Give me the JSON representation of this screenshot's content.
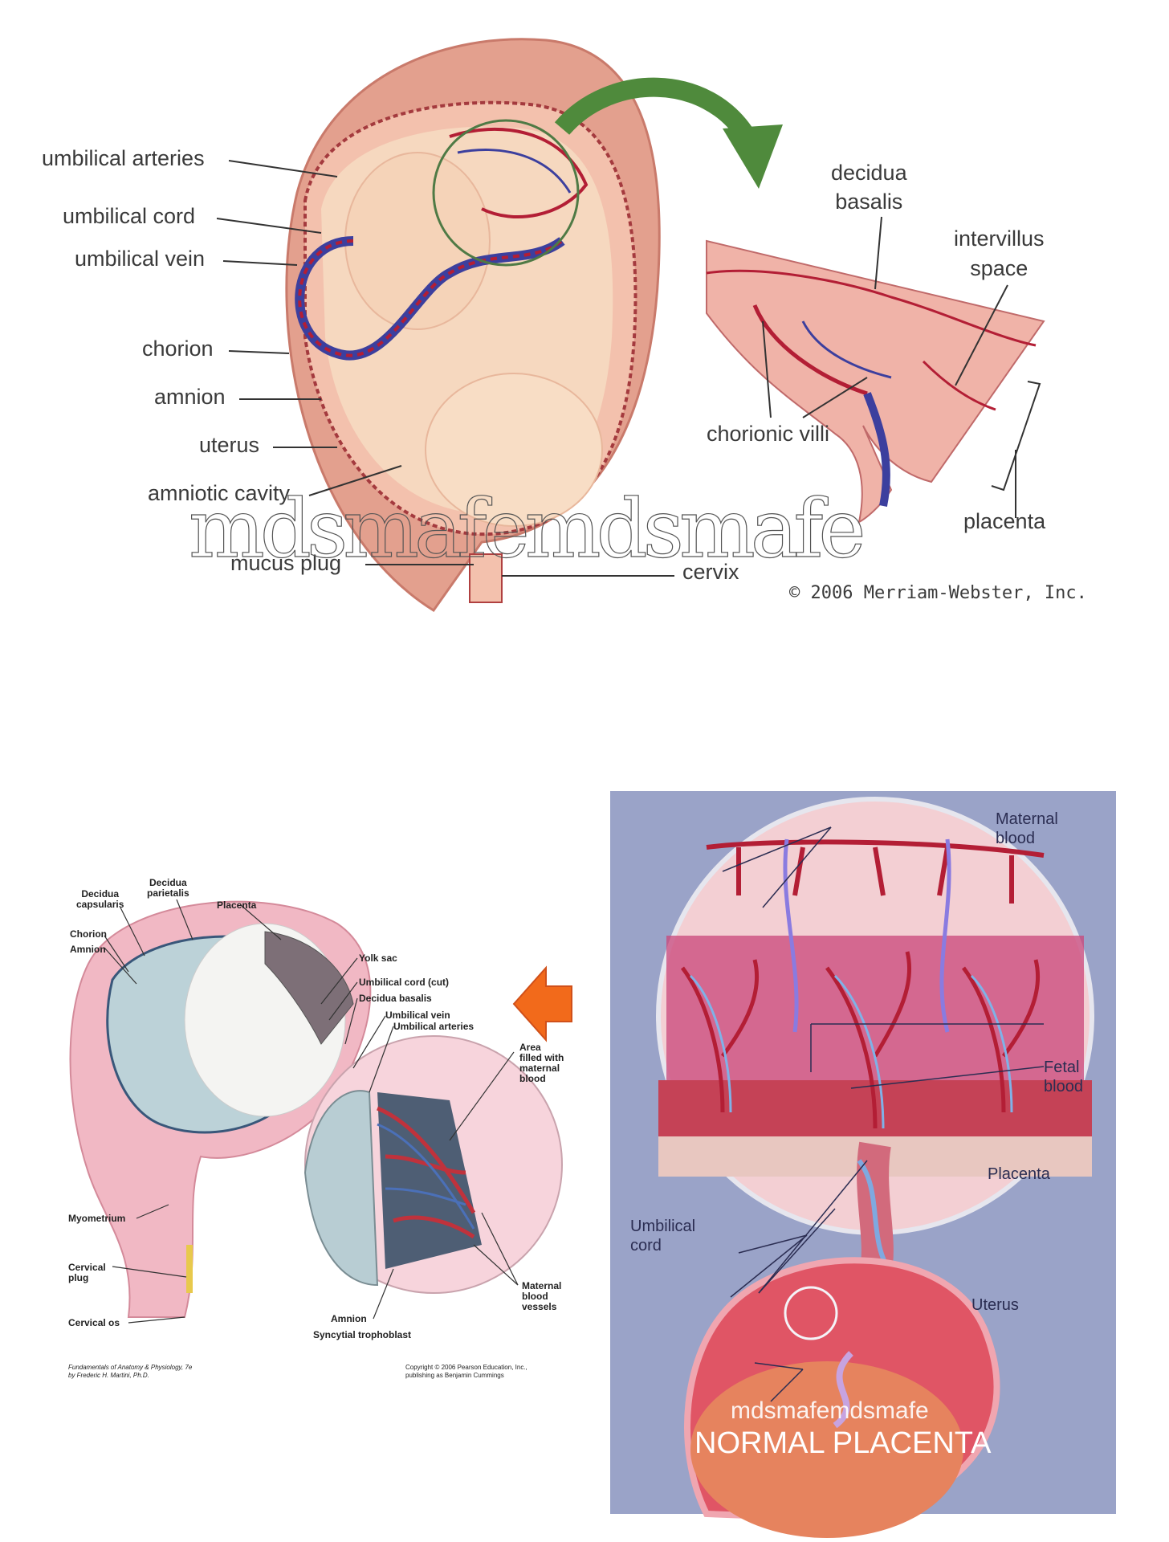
{
  "top_diagram": {
    "labels": {
      "umbilical_arteries": "umbilical arteries",
      "umbilical_cord": "umbilical cord",
      "umbilical_vein": "umbilical vein",
      "chorion": "chorion",
      "amnion": "amnion",
      "uterus": "uterus",
      "amniotic_cavity": "amniotic cavity",
      "mucus_plug": "mucus plug",
      "cervix": "cervix",
      "decidua_basalis": "decidua\nbasalis",
      "intervillus_space": "intervillus\nspace",
      "chorionic_villi": "chorionic villi",
      "placenta": "placenta"
    },
    "copyright": "© 2006 Merriam-Webster, Inc.",
    "watermark": "mdsmafemdsmafe"
  },
  "bottom_left_diagram": {
    "labels": {
      "decidua_capsularis": "Decidua\ncapsularis",
      "decidua_parietalis": "Decidua\nparietalis",
      "placenta": "Placenta",
      "chorion": "Chorion",
      "amnion": "Amnion",
      "yolk_sac": "Yolk sac",
      "umbilical_cord_cut": "Umbilical cord (cut)",
      "decidua_basalis": "Decidua basalis",
      "umbilical_vein": "Umbilical vein",
      "umbilical_arteries": "Umbilical arteries",
      "area_filled": "Area\nfilled with\nmaternal\nblood",
      "myometrium": "Myometrium",
      "cervical_plug": "Cervical\nplug",
      "cervical_os": "Cervical os",
      "maternal_blood_vessels": "Maternal\nblood\nvessels",
      "amnion_inset": "Amnion",
      "syncytial_trophoblast": "Syncytial trophoblast"
    },
    "credit_left": "Fundamentals of Anatomy & Physiology, 7e\nby Frederic H. Martini, Ph.D.",
    "credit_right": "Copyright © 2006 Pearson Education, Inc.,\npublishing as Benjamin Cummings"
  },
  "bottom_right_diagram": {
    "labels": {
      "maternal_blood": "Maternal\nblood",
      "fetal_blood": "Fetal\nblood",
      "placenta": "Placenta",
      "umbilical_cord": "Umbilical\ncord",
      "uterus": "Uterus"
    },
    "watermark": "mdsmafemdsmafe",
    "title": "NORMAL PLACENTA"
  },
  "colors": {
    "uterus_wall": "#e3a08e",
    "fetus_skin": "#f6d8bf",
    "vein_blue": "#3c3f9e",
    "artery_red": "#b31e35",
    "arrow_green": "#4f8a3c",
    "inset_bg": "#9aa3c8",
    "orange_arrow": "#f26a1b",
    "pink_wall": "#f1b8c4"
  }
}
